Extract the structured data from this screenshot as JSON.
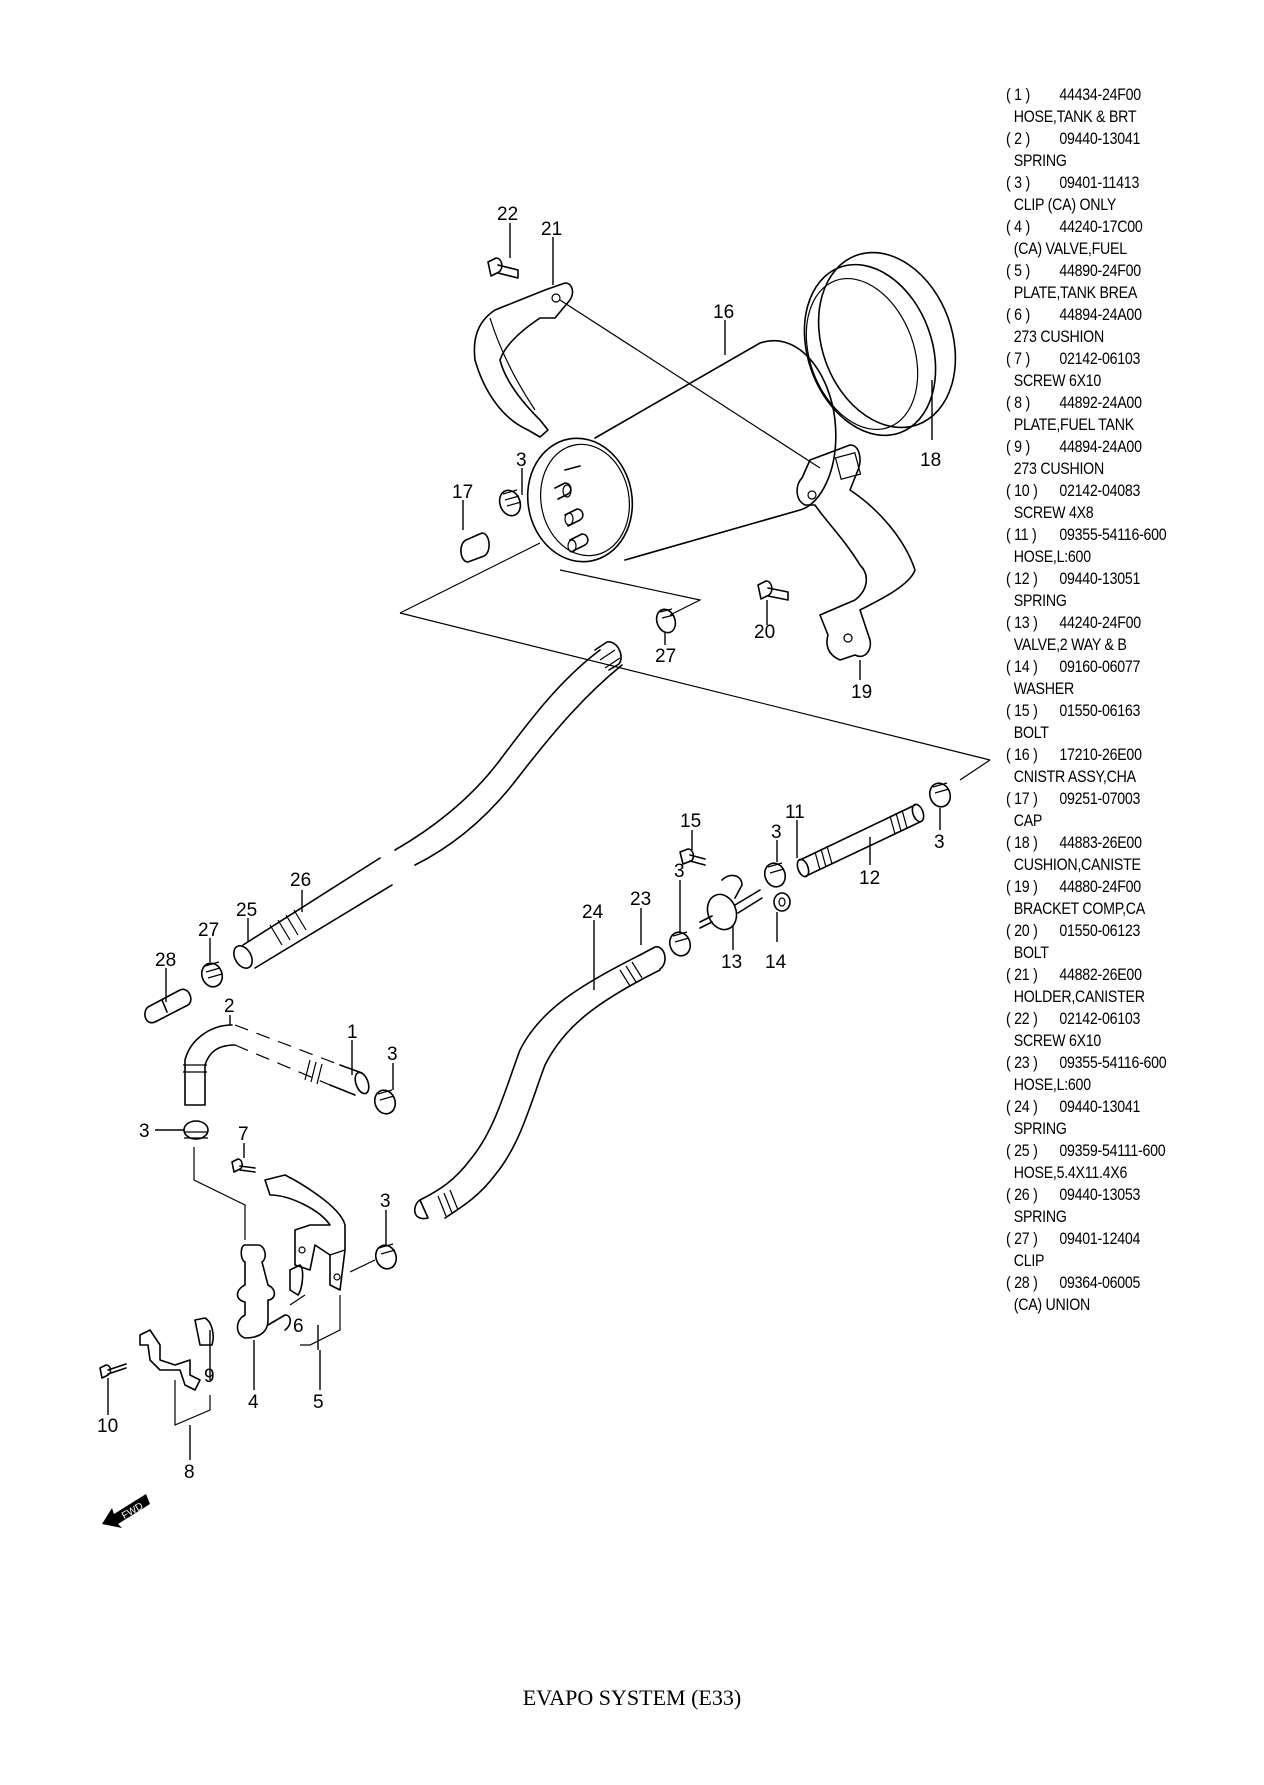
{
  "title": "EVAPO SYSTEM (E33)",
  "fwd_label": "FWD",
  "parts": [
    {
      "num": "1",
      "part_no": "44434-24F00",
      "desc": "HOSE,TANK & BRT"
    },
    {
      "num": "2",
      "part_no": "09440-13041",
      "desc": "SPRING"
    },
    {
      "num": "3",
      "part_no": "09401-11413",
      "desc": "CLIP (CA) ONLY"
    },
    {
      "num": "4",
      "part_no": "44240-17C00",
      "desc": "(CA) VALVE,FUEL"
    },
    {
      "num": "5",
      "part_no": "44890-24F00",
      "desc": "PLATE,TANK BREA"
    },
    {
      "num": "6",
      "part_no": "44894-24A00",
      "desc": "273 CUSHION"
    },
    {
      "num": "7",
      "part_no": "02142-06103",
      "desc": "SCREW 6X10"
    },
    {
      "num": "8",
      "part_no": "44892-24A00",
      "desc": "PLATE,FUEL TANK"
    },
    {
      "num": "9",
      "part_no": "44894-24A00",
      "desc": "273 CUSHION"
    },
    {
      "num": "10",
      "part_no": "02142-04083",
      "desc": "SCREW 4X8"
    },
    {
      "num": "11",
      "part_no": "09355-54116-600",
      "desc": "HOSE,L:600"
    },
    {
      "num": "12",
      "part_no": "09440-13051",
      "desc": "SPRING"
    },
    {
      "num": "13",
      "part_no": "44240-24F00",
      "desc": "VALVE,2 WAY & B"
    },
    {
      "num": "14",
      "part_no": "09160-06077",
      "desc": "WASHER"
    },
    {
      "num": "15",
      "part_no": "01550-06163",
      "desc": "BOLT"
    },
    {
      "num": "16",
      "part_no": "17210-26E00",
      "desc": "CNISTR ASSY,CHA"
    },
    {
      "num": "17",
      "part_no": "09251-07003",
      "desc": "CAP"
    },
    {
      "num": "18",
      "part_no": "44883-26E00",
      "desc": "CUSHION,CANISTE"
    },
    {
      "num": "19",
      "part_no": "44880-24F00",
      "desc": "BRACKET COMP,CA"
    },
    {
      "num": "20",
      "part_no": "01550-06123",
      "desc": "BOLT"
    },
    {
      "num": "21",
      "part_no": "44882-26E00",
      "desc": "HOLDER,CANISTER"
    },
    {
      "num": "22",
      "part_no": "02142-06103",
      "desc": "SCREW 6X10"
    },
    {
      "num": "23",
      "part_no": "09355-54116-600",
      "desc": "HOSE,L:600"
    },
    {
      "num": "24",
      "part_no": "09440-13041",
      "desc": "SPRING"
    },
    {
      "num": "25",
      "part_no": "09359-54111-600",
      "desc": "HOSE,5.4X11.4X6"
    },
    {
      "num": "26",
      "part_no": "09440-13053",
      "desc": "SPRING"
    },
    {
      "num": "27",
      "part_no": "09401-12404",
      "desc": "CLIP"
    },
    {
      "num": "28",
      "part_no": "09364-06005",
      "desc": "(CA) UNION"
    }
  ],
  "callouts": {
    "c1": "1",
    "c2": "2",
    "c3a": "3",
    "c3b": "3",
    "c3c": "3",
    "c3d": "3",
    "c3e": "3",
    "c3f": "3",
    "c3g": "3",
    "c4": "4",
    "c5": "5",
    "c6": "6",
    "c7": "7",
    "c8": "8",
    "c9": "9",
    "c10": "10",
    "c11": "11",
    "c12": "12",
    "c13": "13",
    "c14": "14",
    "c15": "15",
    "c16": "16",
    "c17": "17",
    "c18": "18",
    "c19": "19",
    "c20": "20",
    "c21": "21",
    "c22": "22",
    "c23": "23",
    "c24": "24",
    "c25": "25",
    "c26": "26",
    "c27a": "27",
    "c27b": "27",
    "c28": "28"
  }
}
